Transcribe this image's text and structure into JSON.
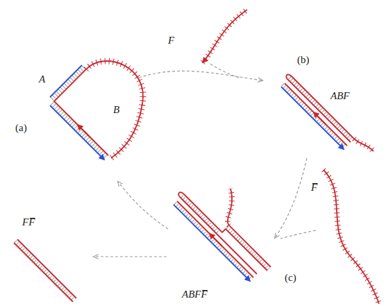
{
  "diagram": {
    "labels": [
      "F",
      "(b)",
      "ABF",
      "(a)",
      "A",
      "B",
      "F̅",
      "FF̅",
      "(c)",
      "ABFF̅"
    ]
  }
}
